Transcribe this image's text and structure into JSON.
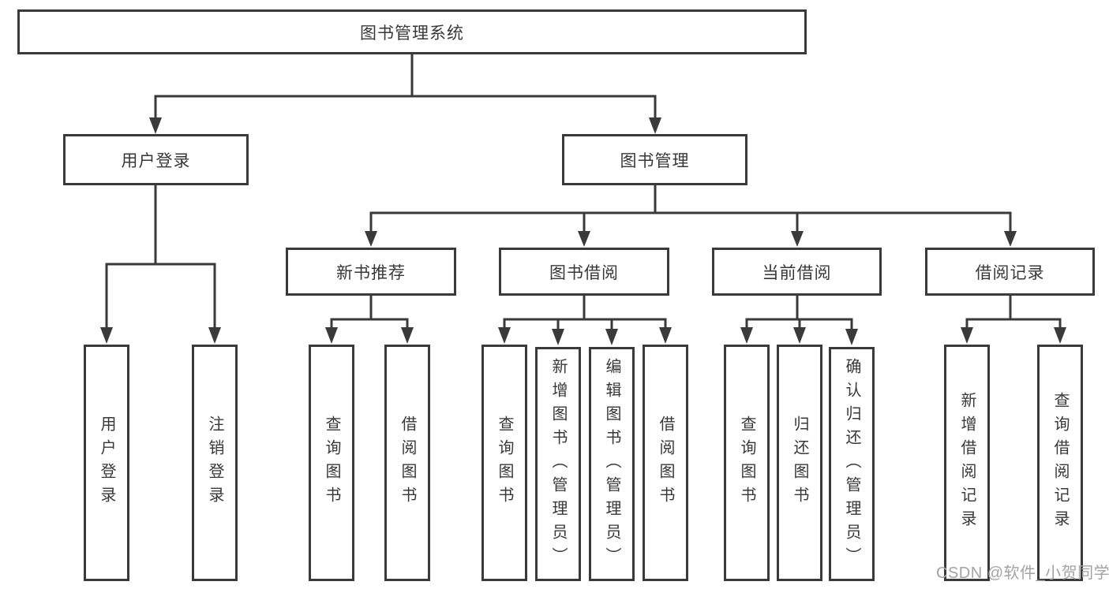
{
  "root_label": "图书管理系统",
  "level2": [
    {
      "label": "用户登录"
    },
    {
      "label": "图书管理"
    }
  ],
  "level3": [
    {
      "label": "新书推荐"
    },
    {
      "label": "图书借阅"
    },
    {
      "label": "当前借阅"
    },
    {
      "label": "借阅记录"
    }
  ],
  "leaves": [
    {
      "label": "用户登录"
    },
    {
      "label": "注销登录"
    },
    {
      "label": "查询图书"
    },
    {
      "label": "借阅图书"
    },
    {
      "label": "查询图书"
    },
    {
      "label": "新增图书（管理员）"
    },
    {
      "label": "编辑图书（管理员）"
    },
    {
      "label": "借阅图书"
    },
    {
      "label": "查询图书"
    },
    {
      "label": "归还图书"
    },
    {
      "label": "确认归还（管理员）"
    },
    {
      "label": "新增借阅记录"
    },
    {
      "label": "查询借阅记录"
    }
  ],
  "watermark": "CSDN @软件_小贺同学",
  "colors": {
    "line": "#3a3a3a",
    "box_border": "#3a3a3a",
    "text": "#383838",
    "background": "#ffffff",
    "watermark_text": "#a3a3a3"
  }
}
